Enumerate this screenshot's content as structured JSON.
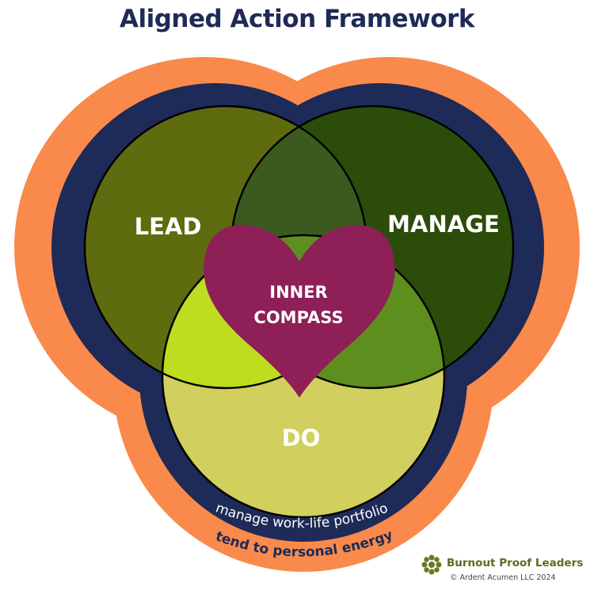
{
  "title": "Aligned Action Framework",
  "circles": {
    "lead": "LEAD",
    "manage": "MANAGE",
    "do": "DO"
  },
  "center": {
    "line1": "INNER",
    "line2": "COMPASS"
  },
  "rings": {
    "inner_label": "manage work-life portfolio",
    "outer_label": "tend to personal energy"
  },
  "brand": {
    "name": "Burnout Proof Leaders",
    "copyright": "© Ardent Acumen LLC 2024"
  },
  "colors": {
    "title": "#1f2a57",
    "outer_ring": "#f98a4b",
    "inner_ring": "#1e2a58",
    "lead": "#5f6b0f",
    "manage": "#2c4c0a",
    "do": "#d1cf5d",
    "lead_manage": "#3c5a1e",
    "lead_do": "#bedd20",
    "manage_do": "#5e8f1e",
    "heart": "#8e1f57"
  }
}
